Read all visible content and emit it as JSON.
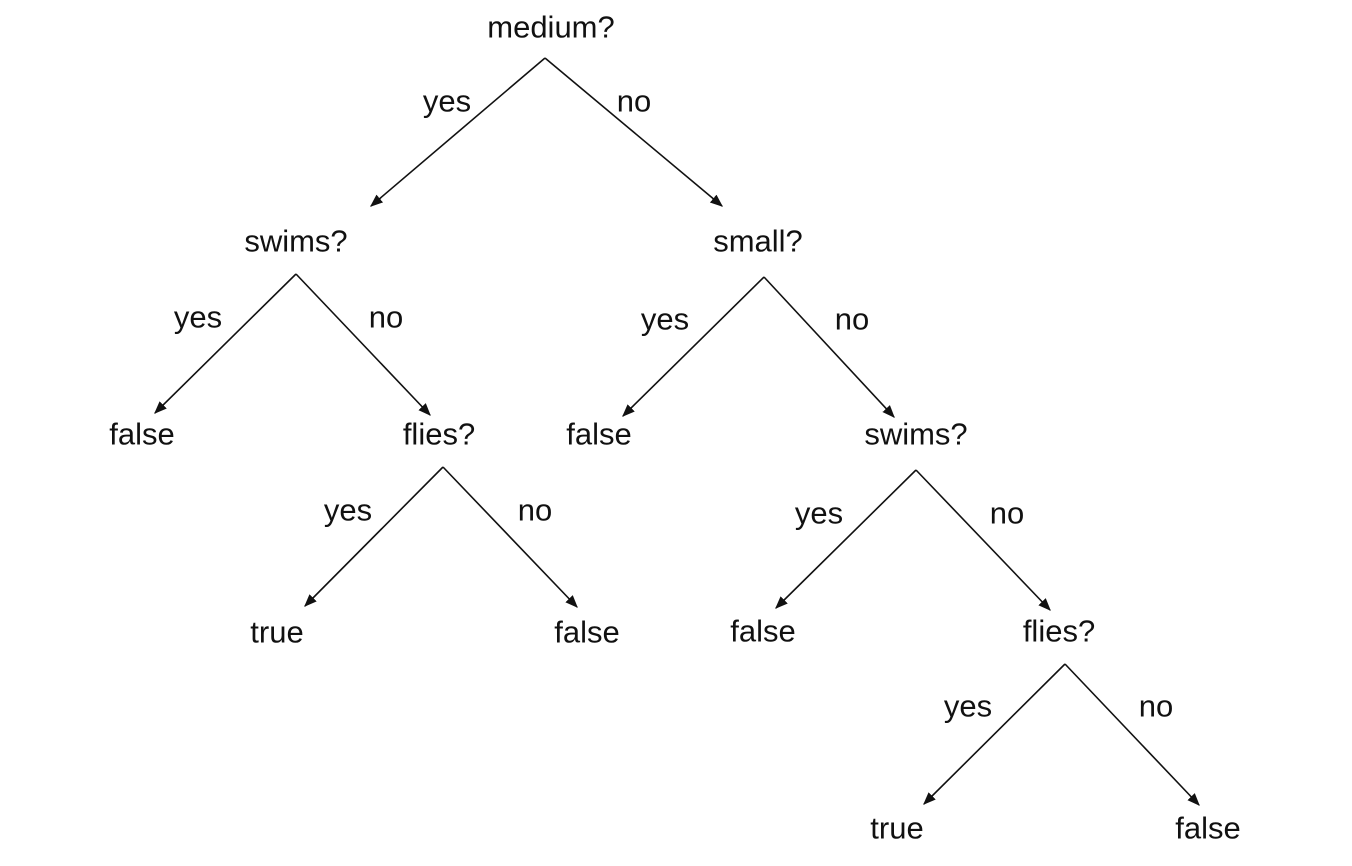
{
  "tree": {
    "nodes": {
      "n_root": "medium?",
      "n_swims1": "swims?",
      "n_small": "small?",
      "n_false1": "false",
      "n_flies1": "flies?",
      "n_false2": "false",
      "n_swims2": "swims?",
      "n_true1": "true",
      "n_false3": "false",
      "n_false4": "false",
      "n_flies2": "flies?",
      "n_true2": "true",
      "n_false5": "false"
    },
    "edges": {
      "e1": "yes",
      "e2": "no",
      "e3": "yes",
      "e4": "no",
      "e5": "yes",
      "e6": "no",
      "e7": "yes",
      "e8": "no",
      "e9": "yes",
      "e10": "no",
      "e11": "yes",
      "e12": "no"
    }
  },
  "colors": {
    "ink": "#111111"
  }
}
